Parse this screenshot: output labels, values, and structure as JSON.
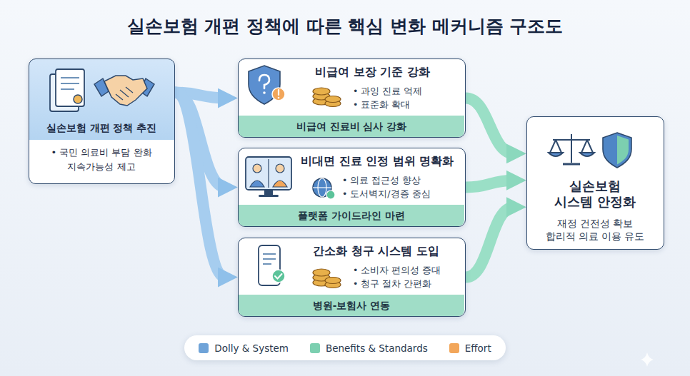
{
  "diagram": {
    "title": "실손보험 개편 정책에 따른 핵심 변화 메커니즘 구조도",
    "nodes": [
      {
        "text": [
          "실손보험 개편 정책 추진",
          "• 국민 의료비 부담 완화 지속가능성 제고"
        ]
      },
      {
        "text": [
          "비급여 보장 기준 강화",
          "• 과잉 진료 억제",
          "• 표준화 확대"
        ]
      },
      {
        "text": [
          "비급여 진료비 심사 강화"
        ],
        "in": 1
      },
      {
        "text": [
          "비대면 진료 인정 범위 명확화",
          "• 의료 접근성 향상",
          "• 도서벽지/경증 중심"
        ]
      },
      {
        "text": [
          "플랫폼 가이드라인 마련"
        ],
        "in": 3
      },
      {
        "text": [
          "간소화 청구 시스템 도입",
          "• 소비자 편의성 증대",
          "• 청구 절차 간편화"
        ]
      },
      {
        "text": [
          "병원-보험사 연동"
        ],
        "in": 5
      },
      {
        "text": [
          "실손보험 시스템 안정화",
          "재정 건전성 확보 합리적 의료 이용 유도"
        ]
      }
    ],
    "edges": [
      {
        "from": 0,
        "to": 1,
        "arrow": "to"
      },
      {
        "from": 0,
        "to": 3,
        "arrow": "to"
      },
      {
        "from": 0,
        "to": 5,
        "arrow": "to"
      },
      {
        "from": 1,
        "to": 7,
        "arrow": "to"
      },
      {
        "from": 3,
        "to": 7,
        "arrow": "to"
      },
      {
        "from": 5,
        "to": 7,
        "arrow": "to"
      }
    ],
    "legend": [
      {
        "text": "Dolly & System",
        "color": "#6fa3d8"
      },
      {
        "text": "Benefits & Standards",
        "color": "#7ccfb0"
      },
      {
        "text": "Effort",
        "color": "#f2a65a"
      }
    ]
  }
}
